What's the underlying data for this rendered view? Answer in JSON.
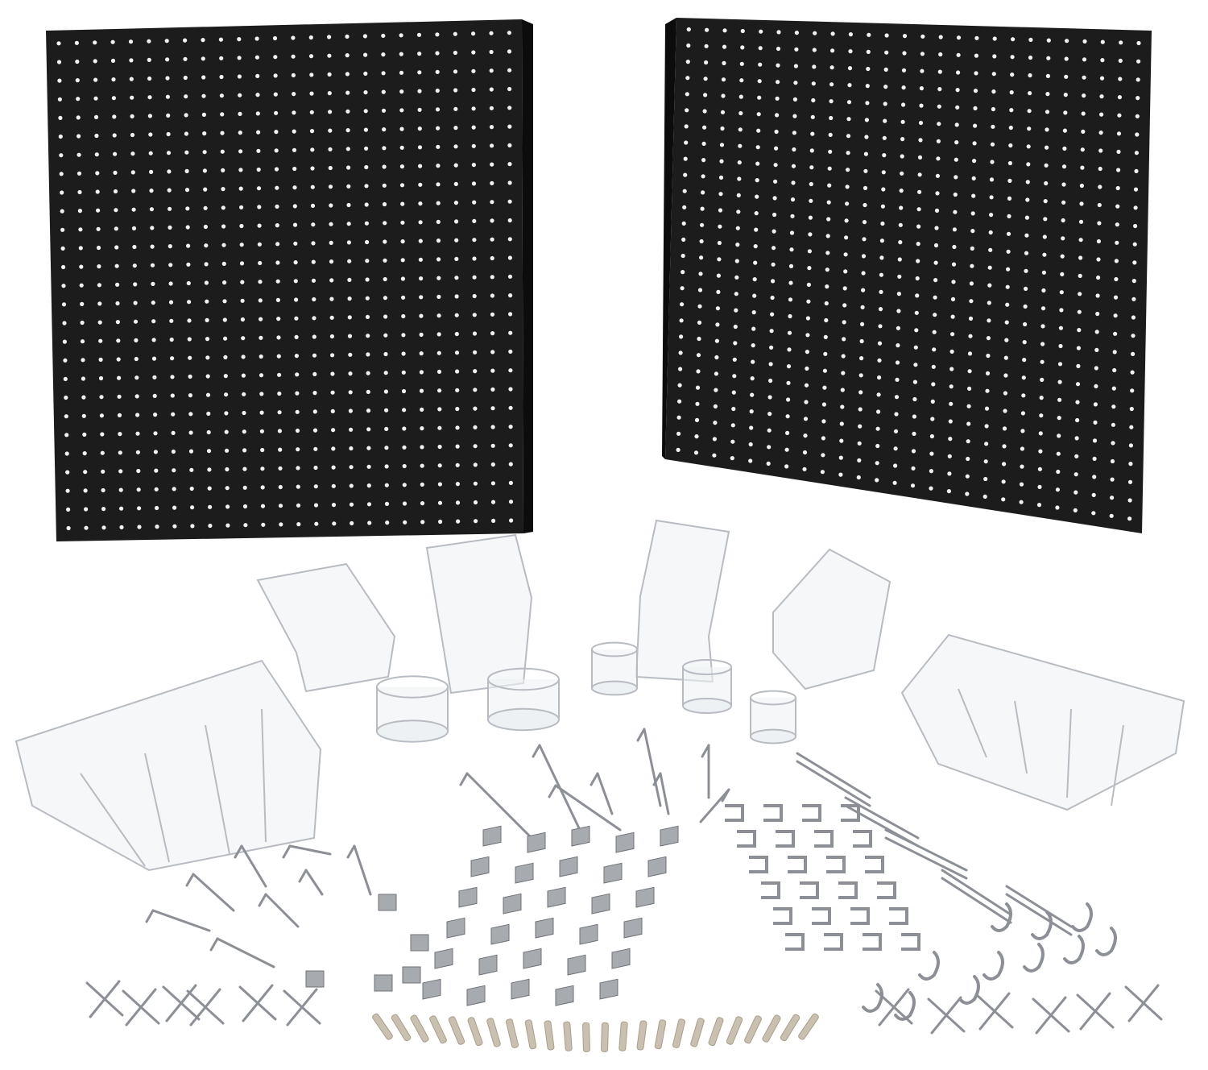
{
  "scene": {
    "subject": "pegboard-kit-product-photo",
    "colors": {
      "background": "#ffffff",
      "board": "#1c1c1c",
      "board_edge": "#0c0c0c",
      "hole": "#f2f2f2",
      "bin_stroke": "#b8bcc2",
      "bin_fill": "#eef1f4",
      "metal": "#8c9096",
      "clip": "#a7abb0",
      "anchor": "#c9c0b0"
    },
    "icons": [
      "pegboard",
      "clear-bin",
      "cup-holder",
      "peg-hook",
      "double-hook",
      "j-hook",
      "clip",
      "nail",
      "wall-anchor"
    ]
  }
}
